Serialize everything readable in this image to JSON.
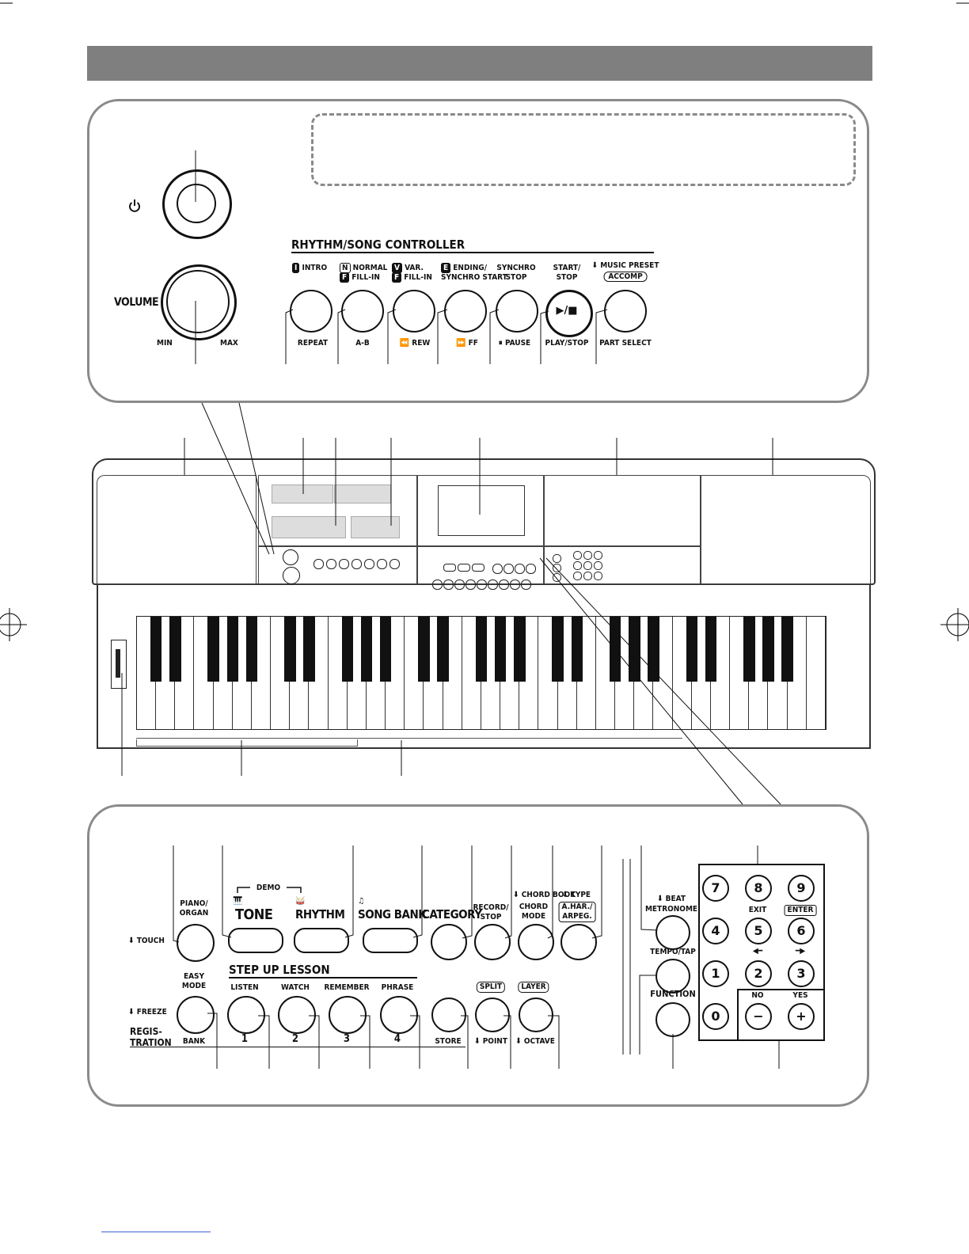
{
  "top_panel": {
    "power_icon": "power-icon",
    "volume": "VOLUME",
    "vol_min": "MIN",
    "vol_max": "MAX",
    "controller_title": "RHYTHM/SONG CONTROLLER",
    "buttons": [
      {
        "top": "INTRO",
        "top_icon": "I",
        "bottom": "REPEAT"
      },
      {
        "top": "NORMAL\nFILL-IN",
        "top_icon": "N/F",
        "bottom": "A-B"
      },
      {
        "top": "VAR.\nFILL-IN",
        "top_icon": "V/F",
        "bottom": "REW"
      },
      {
        "top": "ENDING/\nSYNCHRO START",
        "top_icon": "E",
        "bottom": "FF"
      },
      {
        "top": "SYNCHRO\nSTOP",
        "top_icon": "",
        "bottom": "PAUSE"
      },
      {
        "top": "START/\nSTOP",
        "top_icon": "",
        "bottom": "PLAY/STOP",
        "face": "▶/■"
      },
      {
        "top": "MUSIC PRESET",
        "top_icon": "hold",
        "top2": "ACCOMP",
        "bottom": "PART SELECT"
      }
    ]
  },
  "bottom_panel": {
    "touch": "TOUCH",
    "piano_organ": "PIANO/\nORGAN",
    "demo": "DEMO",
    "tone": "TONE",
    "rhythm": "RHYTHM",
    "song_bank": "SONG BANK",
    "category": "CATEGORY",
    "record_stop": "RECORD/\nSTOP",
    "chord_book": "CHORD BOOK",
    "chord_mode": "CHORD\nMODE",
    "type": "TYPE",
    "ahar": "A.HAR./\nARPEG.",
    "beat": "BEAT",
    "metronome": "METRONOME",
    "tempo_tap": "TEMPO/TAP",
    "function": "FUNCTION",
    "freeze": "FREEZE",
    "registration": "REGIS-\nTRATION",
    "easy_mode": "EASY\nMODE",
    "bank": "BANK",
    "step_up_lesson": "STEP UP LESSON",
    "listen": "LISTEN",
    "watch": "WATCH",
    "remember": "REMEMBER",
    "phrase": "PHRASE",
    "n1": "1",
    "n2": "2",
    "n3": "3",
    "n4": "4",
    "store": "STORE",
    "split": "SPLIT",
    "point": "POINT",
    "layer": "LAYER",
    "octave": "OCTAVE",
    "keypad": [
      "7",
      "8",
      "9",
      "4",
      "5",
      "6",
      "1",
      "2",
      "3",
      "0"
    ],
    "exit": "EXIT",
    "enter": "ENTER",
    "no": "NO",
    "yes": "YES",
    "minus": "−",
    "plus": "+"
  }
}
